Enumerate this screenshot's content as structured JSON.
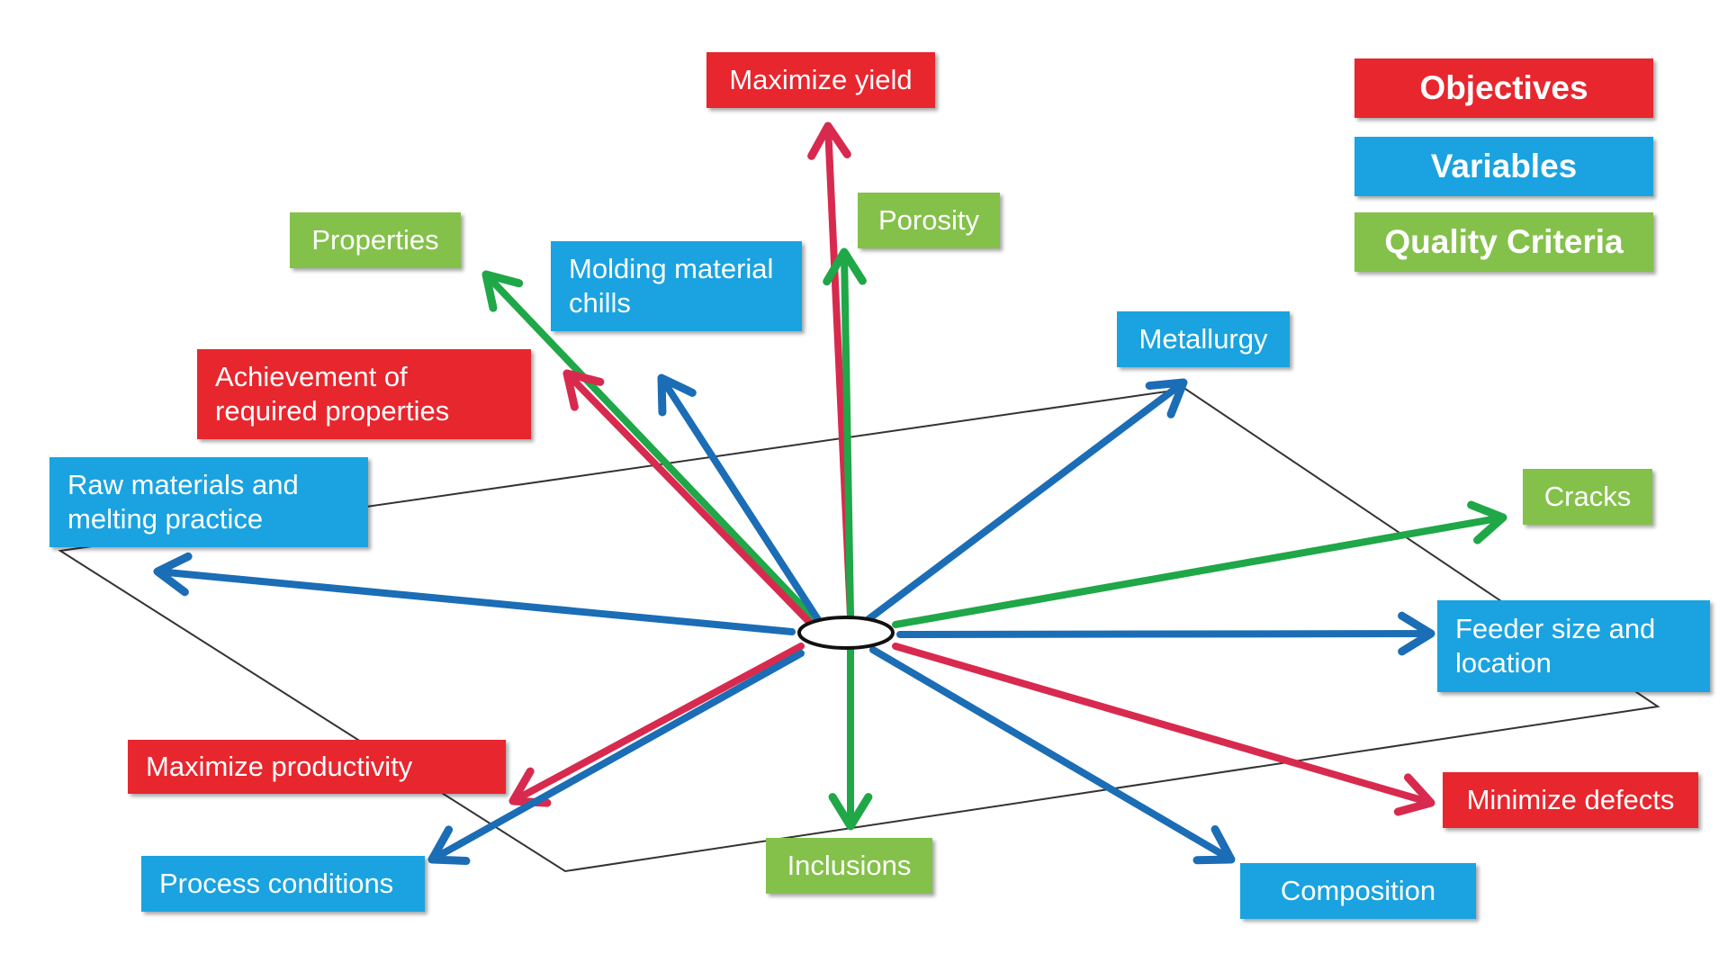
{
  "legend": {
    "objectives": "Objectives",
    "variables": "Variables",
    "quality_criteria": "Quality Criteria"
  },
  "colors": {
    "objective": "#e8262e",
    "variable": "#1aa3e0",
    "quality": "#84c14a",
    "arrow_objective": "#d82a4e",
    "arrow_variable": "#1b6db5",
    "arrow_quality": "#1fa748"
  },
  "labels": {
    "maximize_yield": "Maximize yield",
    "porosity": "Porosity",
    "properties": "Properties",
    "molding_material_chills": "Molding material\nchills",
    "metallurgy": "Metallurgy",
    "achievement_required_properties": "Achievement of\nrequired properties",
    "raw_materials_melting": "Raw materials and\nmelting practice",
    "cracks": "Cracks",
    "feeder_size_location": "Feeder size and\nlocation",
    "maximize_productivity": "Maximize productivity",
    "minimize_defects": "Minimize defects",
    "process_conditions": "Process conditions",
    "inclusions": "Inclusions",
    "composition": "Composition"
  }
}
